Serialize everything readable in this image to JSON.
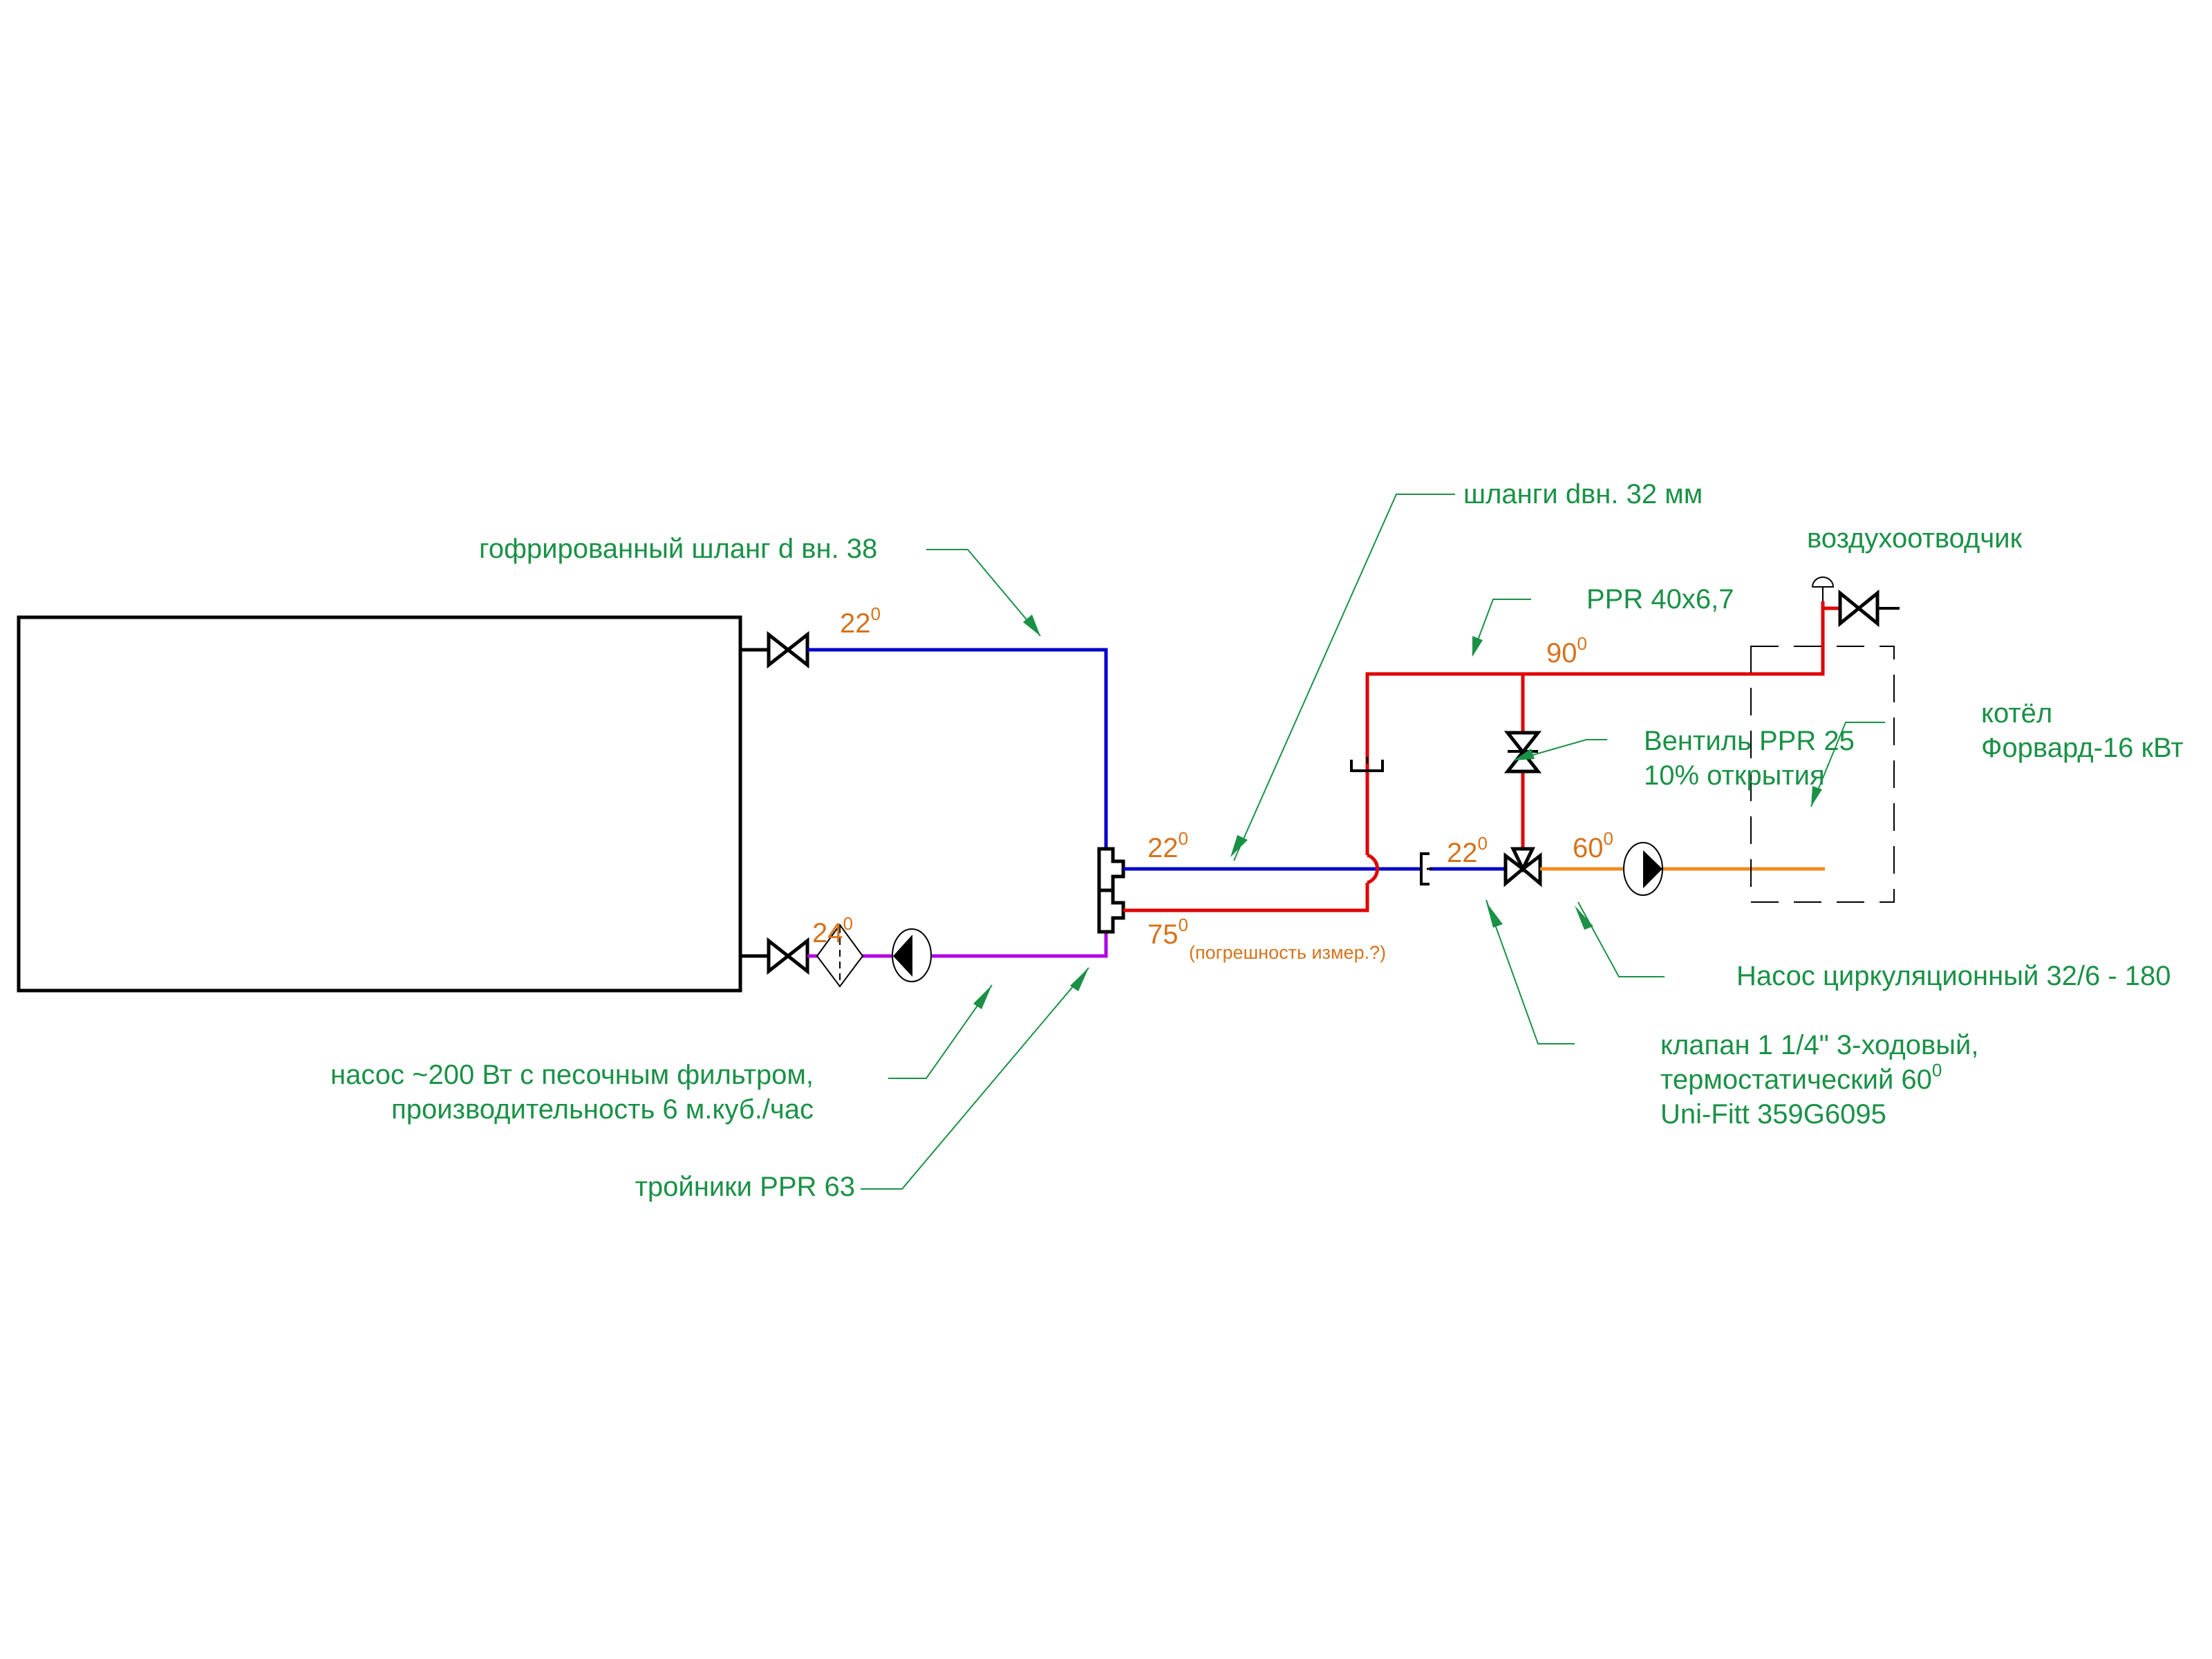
{
  "diagram": {
    "title": "Схема подключения бассейна к котлу",
    "colors": {
      "cold_pipe": "#0000cc",
      "hot_pipe": "#e00000",
      "pool_return": "#b400e6",
      "mixed_pipe": "#f08a1e",
      "label_text": "#1a9146",
      "temperature_text": "#d5731c",
      "symbol": "#000000"
    },
    "temperatures": {
      "pool_outlet": {
        "value": "22",
        "sup": "0"
      },
      "pool_inlet": {
        "value": "24",
        "sup": "0"
      },
      "cold_to_boiler": {
        "value": "22",
        "sup": "0"
      },
      "hot_return": {
        "value": "75",
        "sup": "0"
      },
      "hot_return_note": "(погрешность измер.?)",
      "boiler_supply": {
        "value": "90",
        "sup": "0"
      },
      "valve_cold_inlet": {
        "value": "22",
        "sup": "0"
      },
      "valve_mixed_outlet": {
        "value": "60",
        "sup": "0"
      }
    },
    "labels": {
      "corrugated_hose": "гофрированный шланг d вн. 38",
      "hoses": "шланги dвн. 32 мм",
      "air_vent": "воздухоотводчик",
      "ppr_pipe": "PPR 40x6,7",
      "bypass_valve_line1": "Вентиль PPR 25",
      "bypass_valve_line2": "10% открытия",
      "boiler_line1": "котёл",
      "boiler_line2": "Форвард-16 кВт",
      "circ_pump": "Насос циркуляционный 32/6 - 180",
      "three_way_line1": "клапан 1 1/4\" 3-ходовый,",
      "three_way_line2": "термостатический 60",
      "three_way_line2_sup": "0",
      "three_way_line3": "Uni-Fitt 359G6095",
      "filter_pump_line1": "насос ~200 Вт с песочным фильтром,",
      "filter_pump_line2": "производительность 6 м.куб./час",
      "tees": "тройники PPR 63"
    }
  }
}
